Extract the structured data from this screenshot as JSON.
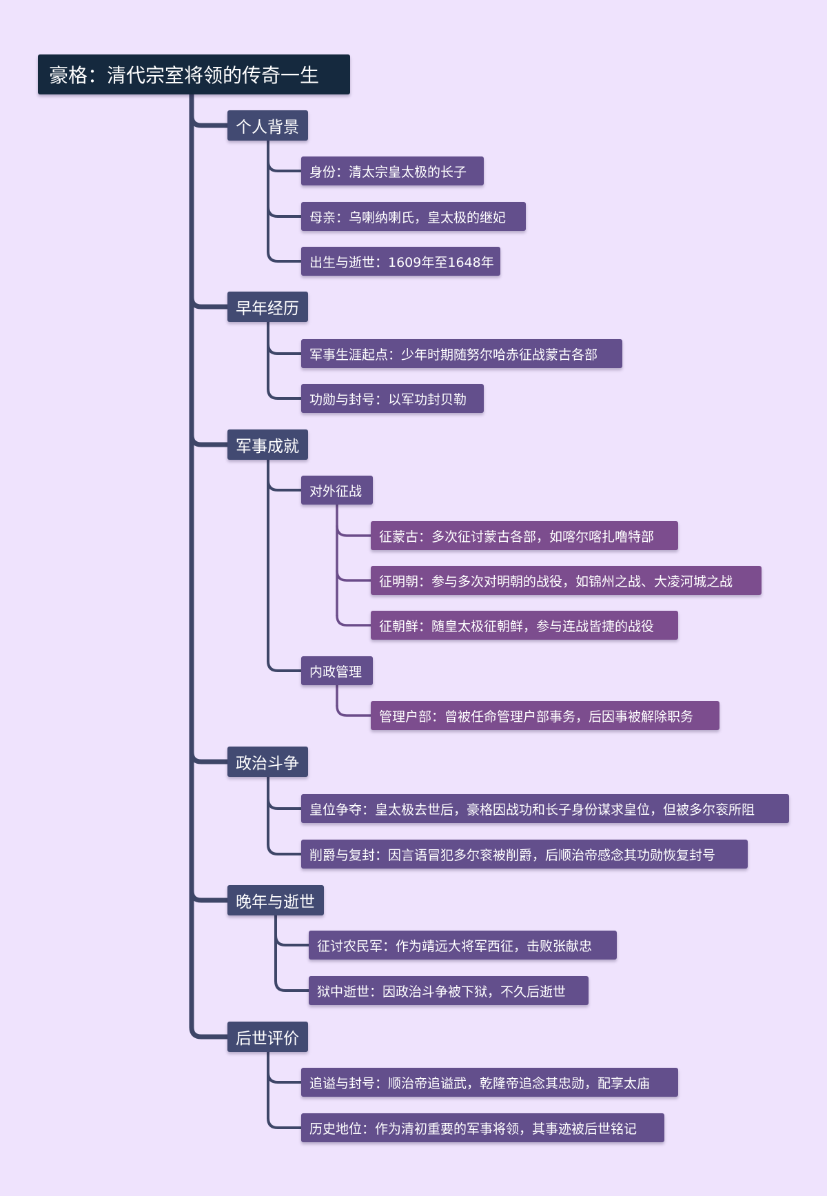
{
  "title": "豪格：清代宗室将领的传奇一生",
  "colors": {
    "background": "#efe3fd",
    "root": "#15293e",
    "level1": "#424a72",
    "level2": "#634f8c",
    "level3": "#7c4d8e",
    "trunk_line": "#3e4668",
    "branch_line": "#6b4c8a"
  },
  "sections": [
    {
      "label": "个人背景",
      "children": [
        {
          "label": "身份：清太宗皇太极的长子"
        },
        {
          "label": "母亲：乌喇纳喇氏，皇太极的继妃"
        },
        {
          "label": "出生与逝世：1609年至1648年"
        }
      ]
    },
    {
      "label": "早年经历",
      "children": [
        {
          "label": "军事生涯起点：少年时期随努尔哈赤征战蒙古各部"
        },
        {
          "label": "功勋与封号：以军功封贝勒"
        }
      ]
    },
    {
      "label": "军事成就",
      "children": [
        {
          "label": "对外征战",
          "children": [
            {
              "label": "征蒙古：多次征讨蒙古各部，如喀尔喀扎噜特部"
            },
            {
              "label": "征明朝：参与多次对明朝的战役，如锦州之战、大凌河城之战"
            },
            {
              "label": "征朝鲜：随皇太极征朝鲜，参与连战皆捷的战役"
            }
          ]
        },
        {
          "label": "内政管理",
          "children": [
            {
              "label": "管理户部：曾被任命管理户部事务，后因事被解除职务"
            }
          ]
        }
      ]
    },
    {
      "label": "政治斗争",
      "children": [
        {
          "label": "皇位争夺：皇太极去世后，豪格因战功和长子身份谋求皇位，但被多尔衮所阻"
        },
        {
          "label": "削爵与复封：因言语冒犯多尔衮被削爵，后顺治帝感念其功勋恢复封号"
        }
      ]
    },
    {
      "label": "晚年与逝世",
      "children": [
        {
          "label": "征讨农民军：作为靖远大将军西征，击败张献忠"
        },
        {
          "label": "狱中逝世：因政治斗争被下狱，不久后逝世"
        }
      ]
    },
    {
      "label": "后世评价",
      "children": [
        {
          "label": "追谥与封号：顺治帝追谥武，乾隆帝追念其忠勋，配享太庙"
        },
        {
          "label": "历史地位：作为清初重要的军事将领，其事迹被后世铭记"
        }
      ]
    }
  ]
}
